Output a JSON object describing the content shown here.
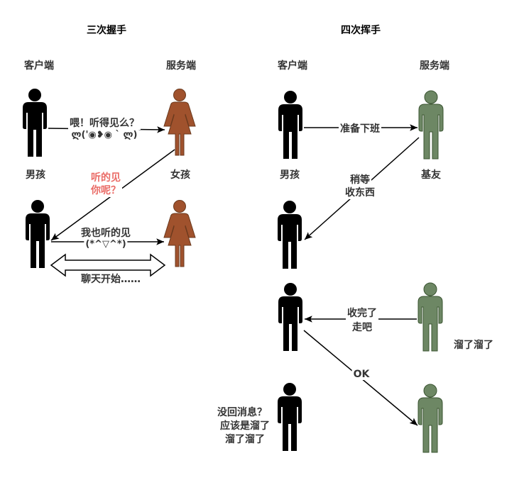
{
  "colors": {
    "black": "#000000",
    "girl_fill": "#a0522d",
    "girl_stroke": "#6b3a1e",
    "friend_fill": "#6d8764",
    "friend_stroke": "#3a5431",
    "red_text": "#ea6b66",
    "text": "#333333"
  },
  "icons": {
    "person": "person-icon",
    "female": "female-person-icon"
  },
  "left": {
    "title": "三次握手",
    "client_header": "客户端",
    "server_header": "服务端",
    "boy_label": "男孩",
    "girl_label": "女孩",
    "msg1_line1": "喂！听得见么？",
    "msg1_line2": "ლ('◉❥◉ ` ლ)",
    "msg2_line1": "听的见",
    "msg2_line2": "你呢？",
    "msg3_line1": "我也听的见",
    "msg3_line2": "(*^▽^*)",
    "chat_label": "聊天开始……"
  },
  "right": {
    "title": "四次挥手",
    "client_header": "客户端",
    "server_header": "服务端",
    "boy_label": "男孩",
    "friend_label": "基友",
    "msg1": "准备下班",
    "msg2_line1": "稍等",
    "msg2_line2": "收东西",
    "msg3_line1": "收完了",
    "msg3_line2": "走吧",
    "friend_note": "溜了溜了",
    "msg4": "OK",
    "final_line1": "没回消息？",
    "final_line2": "应该是溜了",
    "final_line3": "溜了溜了"
  }
}
